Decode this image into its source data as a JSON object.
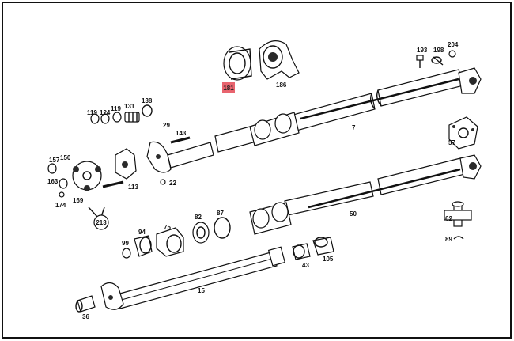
{
  "diagram": {
    "highlighted_part": "181",
    "highlight_color": "#e8646e",
    "ink_color": "#111111",
    "callouts": {
      "p181": "181",
      "p186": "186",
      "p193": "193",
      "p198": "198",
      "p204": "204",
      "p119a": "119",
      "p124": "124",
      "p119b": "119",
      "p131": "131",
      "p138": "138",
      "p29": "29",
      "p143": "143",
      "p7": "7",
      "p57": "57",
      "p157": "157",
      "p150": "150",
      "p163": "163",
      "p113": "113",
      "p22": "22",
      "p174": "174",
      "p169": "169",
      "p213": "213",
      "p50": "50",
      "p82": "82",
      "p87": "87",
      "p75": "75",
      "p94": "94",
      "p99": "99",
      "p62": "62",
      "p89": "89",
      "p43": "43",
      "p105": "105",
      "p15": "15",
      "p36": "36"
    }
  }
}
